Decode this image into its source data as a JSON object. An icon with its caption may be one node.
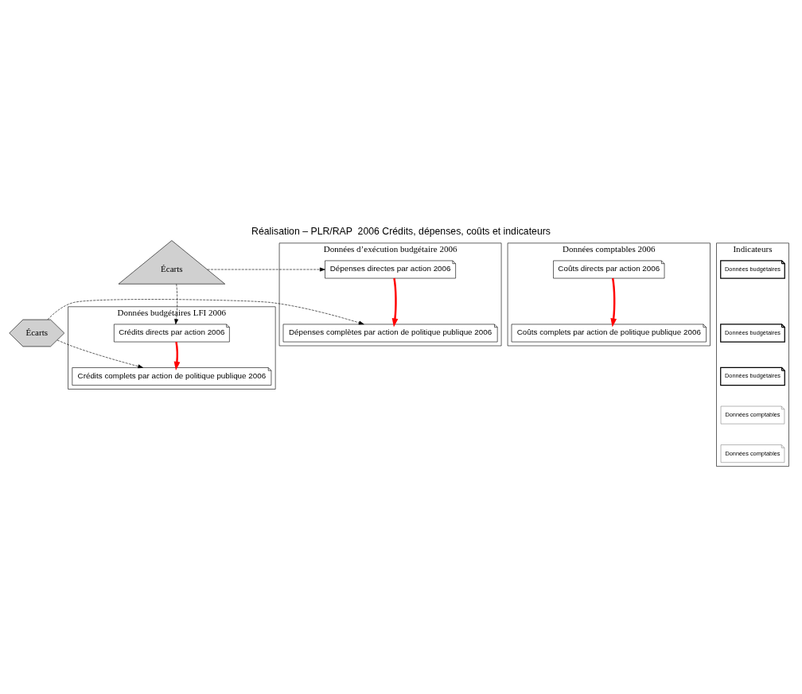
{
  "diagram": {
    "title": "Réalisation – PLR/RAP  2006 Crédits, dépenses, coûts et indicateurs",
    "nodes": [
      {
        "text": [
          "Données budgétaires LFI 2006"
        ]
      },
      {
        "text": [
          "Crédits directs par action 2006"
        ],
        "in": 0
      },
      {
        "text": [
          "Crédits complets par action de politique publique 2006"
        ],
        "in": 0
      },
      {
        "text": [
          "Données d’exécution budgétaire 2006"
        ]
      },
      {
        "text": [
          "Dépenses directes par action 2006"
        ],
        "in": 3
      },
      {
        "text": [
          "Dépenses complètes par action de politique publique 2006"
        ],
        "in": 3
      },
      {
        "text": [
          "Écarts"
        ]
      },
      {
        "text": [
          "Écarts"
        ]
      },
      {
        "text": [
          "Données comptables 2006"
        ]
      },
      {
        "text": [
          "Coûts directs par action 2006"
        ],
        "in": 8
      },
      {
        "text": [
          "Coûts complets par action de politique publique 2006"
        ],
        "in": 8
      },
      {
        "text": [
          "Indicateurs"
        ]
      },
      {
        "text": [
          "Données budgétaires"
        ],
        "in": 11
      },
      {
        "text": [
          "Données budgétaires"
        ],
        "in": 11
      },
      {
        "text": [
          "Données budgétaires"
        ],
        "in": 11
      },
      {
        "text": [
          "Données comptables"
        ],
        "in": 11
      },
      {
        "text": [
          "Données comptables"
        ],
        "in": 11
      }
    ],
    "edges": [
      {
        "from": 1,
        "to": 2,
        "arrow": "to",
        "style": "thick",
        "color": "#ff0000"
      },
      {
        "from": 4,
        "to": 5,
        "arrow": "to",
        "style": "thick",
        "color": "#ff0000"
      },
      {
        "from": 9,
        "to": 10,
        "arrow": "to",
        "style": "thick",
        "color": "#ff0000"
      },
      {
        "from": 6,
        "to": 1,
        "arrow": "to",
        "style": "dashed"
      },
      {
        "from": 6,
        "to": 4,
        "arrow": "to",
        "style": "dashed"
      },
      {
        "from": 7,
        "to": 2,
        "arrow": "to",
        "style": "dashed"
      },
      {
        "from": 7,
        "to": 5,
        "arrow": "to",
        "style": "dashed"
      }
    ]
  }
}
